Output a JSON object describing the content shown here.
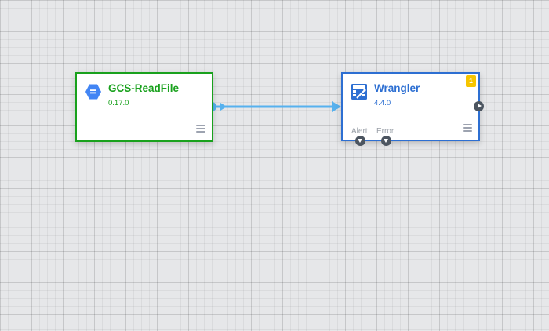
{
  "pipeline": {
    "nodes": [
      {
        "name": "GCS-ReadFile",
        "version": "0.17.0",
        "type": "source",
        "icon": "gcs-icon",
        "color": "#19a11d"
      },
      {
        "name": "Wrangler",
        "version": "4.4.0",
        "type": "transform",
        "icon": "wrangler-icon",
        "color": "#2d6fd2",
        "badge": "1",
        "ports": {
          "alert_label": "Alert",
          "error_label": "Error"
        }
      }
    ],
    "connection": {
      "from": "GCS-ReadFile",
      "to": "Wrangler",
      "color": "#56b1ee"
    }
  },
  "colors": {
    "canvas_bg": "#e6e7e9",
    "badge": "#f6c500",
    "port": "#4c5560",
    "menu": "#9da3b0"
  }
}
